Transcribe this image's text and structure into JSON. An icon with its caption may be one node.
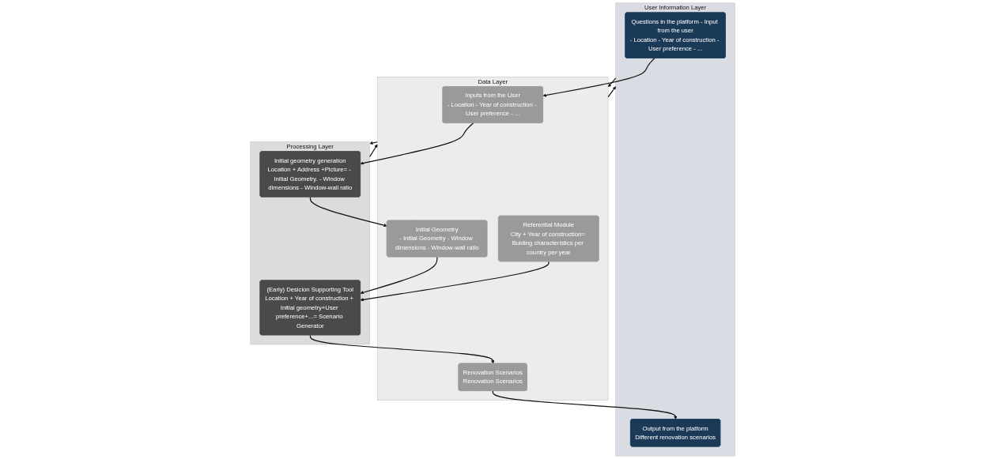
{
  "diagram": {
    "nodes": [
      {
        "text": [
          "User Information Layer"
        ]
      },
      {
        "text": [
          "Questions in the platform - Input from the user",
          "- Location - Year of construction - User preference - ..."
        ],
        "in": 0
      },
      {
        "text": [
          "Output from the platform",
          "Different renovation scenarios"
        ],
        "in": 0
      },
      {
        "text": [
          "Data Layer"
        ]
      },
      {
        "text": [
          "Inputs from the User",
          "- Location - Year of construction - User preference - ..."
        ],
        "in": 3
      },
      {
        "text": [
          "Initial Geometry",
          "- Initial Geometry - Window dimensions - Window-wall ratio"
        ],
        "in": 3
      },
      {
        "text": [
          "Referential Module",
          "City + Year of construction= Bulding characteristics per country per year"
        ],
        "in": 3
      },
      {
        "text": [
          "Renovation Scenarios",
          "Renovation Scenarios"
        ],
        "in": 3
      },
      {
        "text": [
          "Processing Layer"
        ]
      },
      {
        "text": [
          "Initial geometry generation",
          "Location + Address +Picture= - Initial Geometry. - Window dimensions - Window-wall ratio"
        ],
        "in": 8
      },
      {
        "text": [
          "(Early) Desicion Supporting Tool",
          "Location + Year of construction + Initial geometry+User preference+...= Scenario Generator"
        ],
        "in": 8
      }
    ],
    "edges": [
      {
        "from": 0,
        "to": 3,
        "arrow": "to"
      },
      {
        "from": 3,
        "to": 0,
        "arrow": "to"
      },
      {
        "from": 3,
        "to": 8,
        "arrow": "to"
      },
      {
        "from": 8,
        "to": 3,
        "arrow": "to"
      },
      {
        "from": 1,
        "to": 4,
        "arrow": "to"
      },
      {
        "from": 7,
        "to": 2,
        "arrow": "to"
      },
      {
        "from": 4,
        "to": 9,
        "arrow": "to"
      },
      {
        "from": 9,
        "to": 5,
        "arrow": "to"
      },
      {
        "from": 5,
        "to": 10,
        "arrow": "to"
      },
      {
        "from": 6,
        "to": 10,
        "arrow": "to"
      },
      {
        "from": 10,
        "to": 7,
        "arrow": "to"
      }
    ]
  }
}
